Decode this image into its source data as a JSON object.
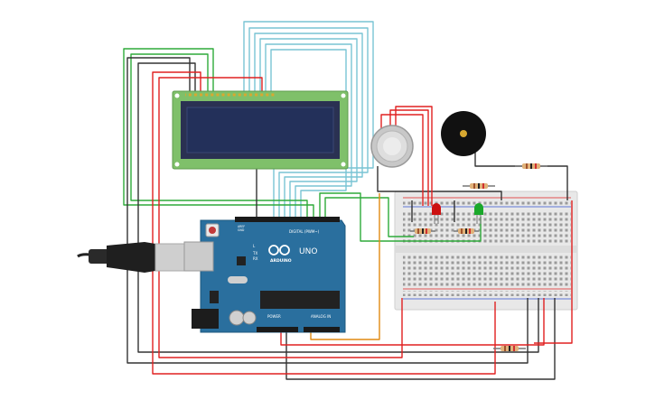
{
  "arduino": {
    "brand": "UNO",
    "logo_text": "ARDUINO",
    "digital_header": "DIGITAL (PWM~)",
    "power_header": "POWER",
    "analog_header": "ANALOG IN",
    "pin_tx": "TX",
    "pin_rx": "RX",
    "pin_l": "L",
    "pin_aref": "AREF",
    "pin_gnd": "GND"
  },
  "colors": {
    "wire_black": "#333333",
    "wire_red": "#e02020",
    "wire_green": "#2eaa3a",
    "wire_lightblue": "#79c4d4",
    "wire_orange": "#e08a12",
    "board_blue": "#2a6f9e",
    "lcd_green": "#7fc06a",
    "lcd_screen": "#23305a",
    "breadboard": "#e6e6e6",
    "led_red": "#cc1111",
    "led_green": "#1aa82a"
  },
  "components": [
    {
      "name": "lcd-16x2"
    },
    {
      "name": "arduino-uno"
    },
    {
      "name": "gas-sensor"
    },
    {
      "name": "piezo-buzzer"
    },
    {
      "name": "breadboard"
    },
    {
      "name": "red-led"
    },
    {
      "name": "green-led"
    },
    {
      "name": "usb-cable"
    }
  ]
}
